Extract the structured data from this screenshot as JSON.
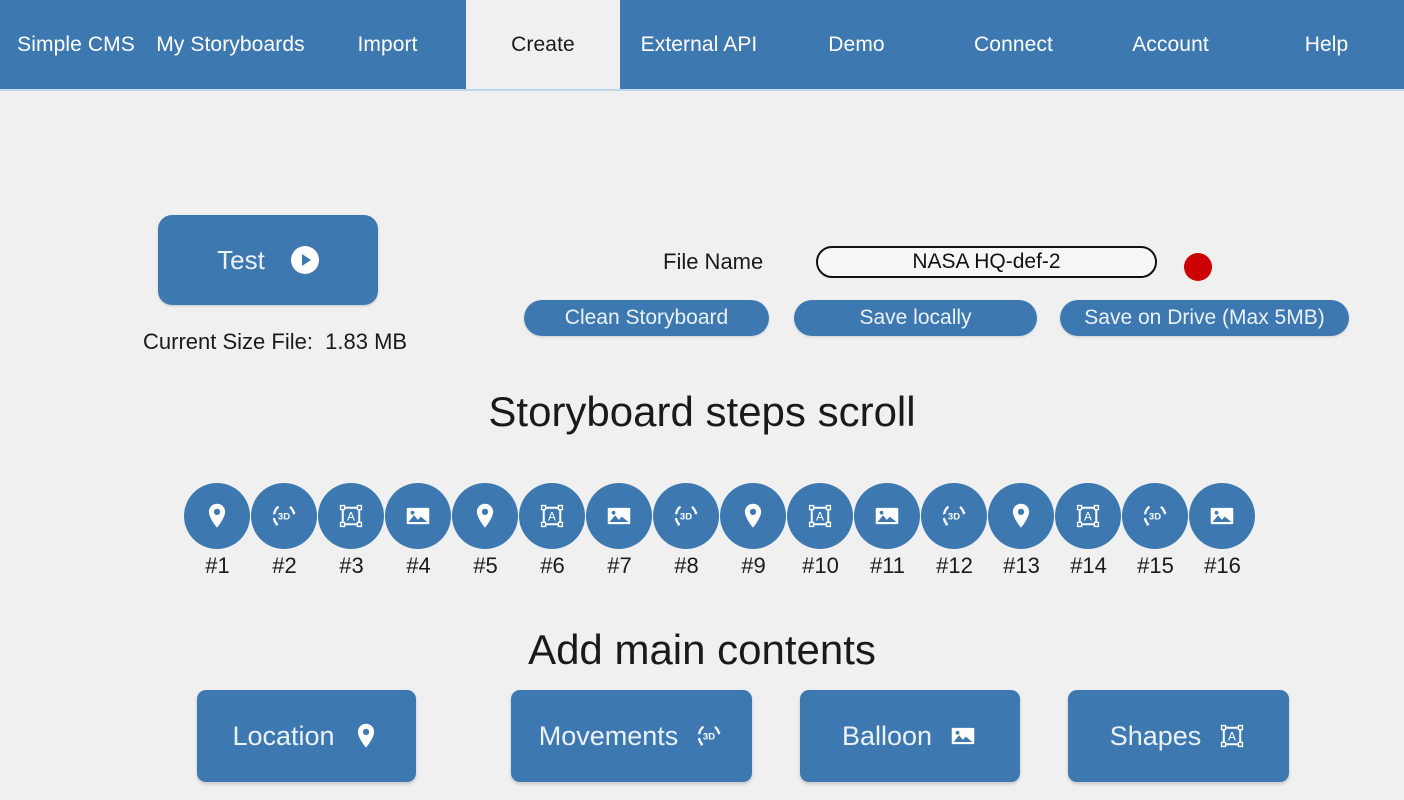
{
  "nav": {
    "tabs": [
      {
        "label": "Simple CMS",
        "active": false,
        "width": 152
      },
      {
        "label": "My Storyboards",
        "active": false,
        "width": 157
      },
      {
        "label": "Import",
        "active": false,
        "width": 157
      },
      {
        "label": "Create",
        "active": true,
        "width": 154
      },
      {
        "label": "External API",
        "active": false,
        "width": 158
      },
      {
        "label": "Demo",
        "active": false,
        "width": 157
      },
      {
        "label": "Connect",
        "active": false,
        "width": 157
      },
      {
        "label": "Account",
        "active": false,
        "width": 157
      },
      {
        "label": "Help",
        "active": false,
        "width": 155
      }
    ]
  },
  "toolbar": {
    "test_label": "Test",
    "play_icon": "play-icon",
    "size_label": "Current Size File:  1.83 MB",
    "filename_label": "File Name",
    "filename_value": "NASA HQ-def-2",
    "filename_placeholder": "File name",
    "status_dot_color": "#cc0000",
    "clean_label": "Clean Storyboard",
    "save_local_label": "Save locally",
    "save_drive_label": "Save on Drive (Max 5MB)"
  },
  "sections": {
    "steps_title": "Storyboard steps scroll",
    "contents_title": "Add main contents"
  },
  "steps": [
    {
      "num": "#1",
      "icon": "location-pin-icon"
    },
    {
      "num": "#2",
      "icon": "rotate-3d-icon"
    },
    {
      "num": "#3",
      "icon": "shapes-icon"
    },
    {
      "num": "#4",
      "icon": "image-icon"
    },
    {
      "num": "#5",
      "icon": "location-pin-icon"
    },
    {
      "num": "#6",
      "icon": "shapes-icon"
    },
    {
      "num": "#7",
      "icon": "image-icon"
    },
    {
      "num": "#8",
      "icon": "rotate-3d-icon"
    },
    {
      "num": "#9",
      "icon": "location-pin-icon"
    },
    {
      "num": "#10",
      "icon": "shapes-icon"
    },
    {
      "num": "#11",
      "icon": "image-icon"
    },
    {
      "num": "#12",
      "icon": "rotate-3d-icon"
    },
    {
      "num": "#13",
      "icon": "location-pin-icon"
    },
    {
      "num": "#14",
      "icon": "shapes-icon"
    },
    {
      "num": "#15",
      "icon": "rotate-3d-icon"
    },
    {
      "num": "#16",
      "icon": "image-icon"
    }
  ],
  "main_contents": [
    {
      "label": "Location",
      "icon": "location-pin-icon"
    },
    {
      "label": "Movements",
      "icon": "rotate-3d-icon"
    },
    {
      "label": "Balloon",
      "icon": "image-icon"
    },
    {
      "label": "Shapes",
      "icon": "shapes-icon"
    }
  ],
  "colors": {
    "brand_blue": "#3d79b0",
    "page_background": "#f0f0f0",
    "status_red": "#cc0000",
    "text_dark": "#1a1a1a",
    "text_on_blue": "#eaf1f7"
  }
}
